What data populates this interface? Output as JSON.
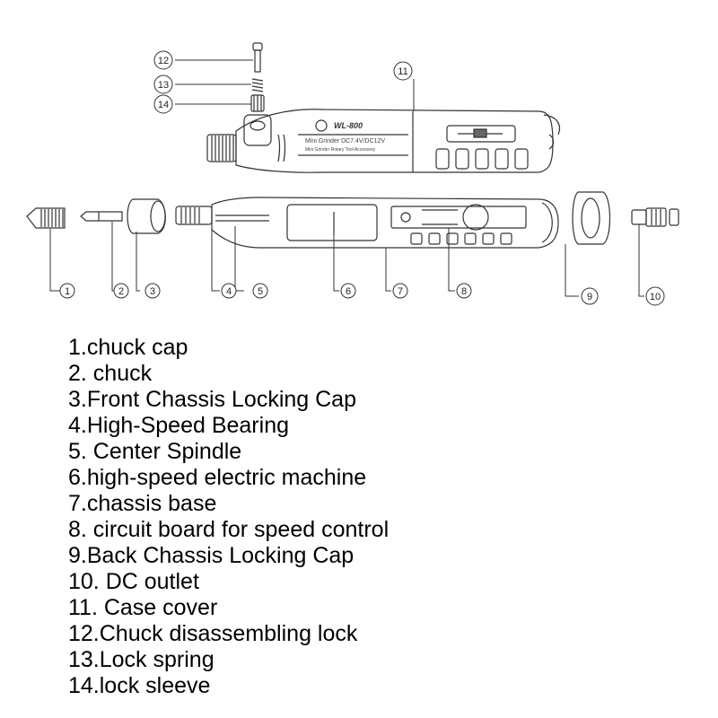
{
  "drawing": {
    "brand": "WL-800",
    "subtitle": "Mini Grinder DC7.4V/DC12V",
    "fineprint": "Mini Grinder Rotary Tool Accessory"
  },
  "callouts": [
    "1",
    "2",
    "3",
    "4",
    "5",
    "6",
    "7",
    "8",
    "9",
    "10",
    "11",
    "12",
    "13",
    "14"
  ],
  "legend": [
    "1.chuck cap",
    "2. chuck",
    "3.Front Chassis Locking Cap",
    "4.High-Speed Bearing",
    "5. Center Spindle",
    "6.high-speed electric machine",
    "7.chassis base",
    "8. circuit board for speed control",
    "9.Back Chassis Locking Cap",
    "10. DC outlet",
    "11. Case cover",
    "12.Chuck disassembling lock",
    "13.Lock spring",
    "14.lock sleeve"
  ]
}
